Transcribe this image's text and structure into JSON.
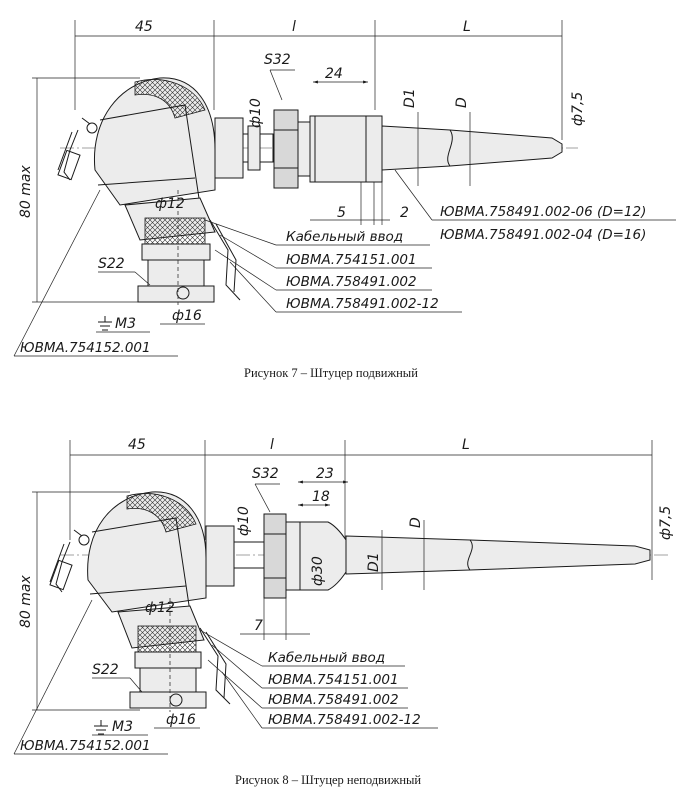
{
  "figure7": {
    "caption": "Рисунок 7 – Штуцер подвижный",
    "dims": {
      "head_width": "45",
      "l": "l",
      "L": "L",
      "height": "80 max",
      "s32": "S32",
      "d24": "24",
      "d10": "ф10",
      "D1": "D1",
      "D": "D",
      "d7_5": "ф7,5",
      "d5": "5",
      "d2": "2",
      "d12": "ф12",
      "s22": "S22",
      "m3": "М3",
      "d16": "ф16"
    },
    "labels": [
      "ЮВМА.758491.002-06 (D=12)",
      "ЮВМА.758491.002-04 (D=16)",
      "Кабельный ввод",
      "ЮВМА.754151.001",
      "ЮВМА.758491.002",
      "ЮВМА.758491.002-12",
      "ЮВМА.754152.001"
    ]
  },
  "figure8": {
    "caption": "Рисунок 8 – Штуцер неподвижный",
    "dims": {
      "head_width": "45",
      "l": "l",
      "L": "L",
      "height": "80 max",
      "s32": "S32",
      "d23": "23",
      "d18": "18",
      "d10": "ф10",
      "d30": "ф30",
      "D1": "D1",
      "D": "D",
      "d7_5": "ф7,5",
      "d7": "7",
      "d12": "ф12",
      "s22": "S22",
      "m3": "М3",
      "d16": "ф16"
    },
    "labels": [
      "Кабельный ввод",
      "ЮВМА.754151.001",
      "ЮВМА.758491.002",
      "ЮВМА.758491.002-12",
      "ЮВМА.754152.001"
    ]
  }
}
